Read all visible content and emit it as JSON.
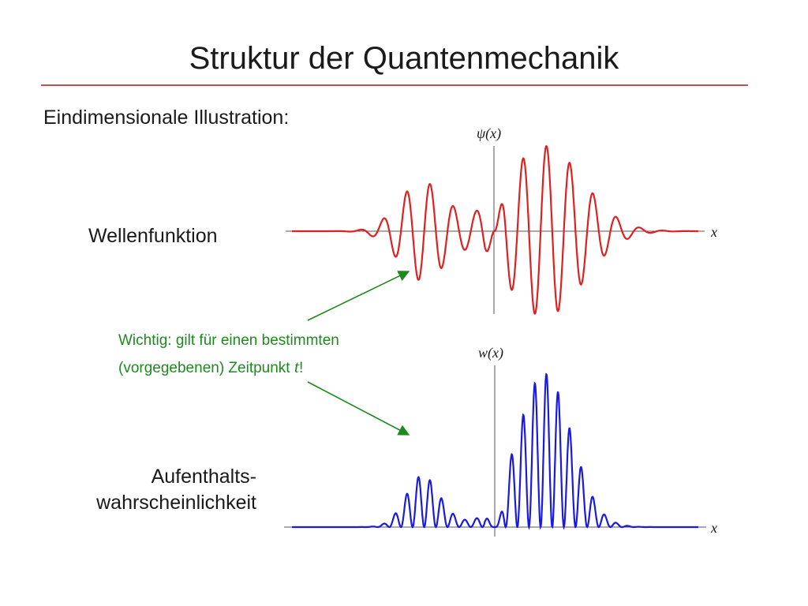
{
  "slide": {
    "title": "Struktur der Quantenmechanik",
    "subtitle": "Eindimensionale Illustration:",
    "label_wavefunction": "Wellenfunktion",
    "label_probability_line1": "Aufenthalts-",
    "label_probability_line2": "wahrscheinlichkeit",
    "note_line1": "Wichtig: gilt für einen bestimmten",
    "note_line2_prefix": "(vorgegebenen) Zeitpunkt ",
    "note_line2_var": "t",
    "note_line2_suffix": "!"
  },
  "plots": {
    "wave": {
      "y_label": "ψ(x)",
      "x_label": "x",
      "color": "#e02020"
    },
    "probability": {
      "y_label": "w(x)",
      "x_label": "x",
      "color": "#1a1ae0"
    }
  },
  "colors": {
    "accent_rule": "#c0504d",
    "note": "#1e8a1e",
    "arrow": "#1e8a1e",
    "axes": "#555555"
  }
}
